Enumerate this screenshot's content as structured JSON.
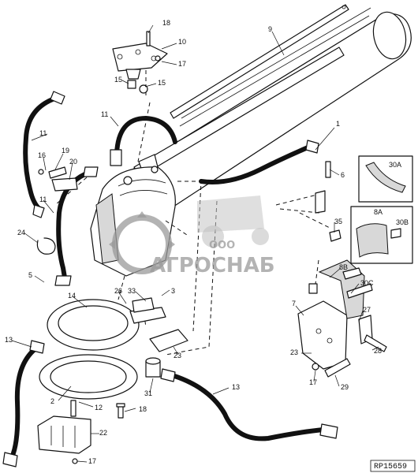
{
  "figure_id": "RP15659",
  "watermark": {
    "line1": "ООО",
    "line2": "АГРОСНАБ"
  },
  "callouts": [
    {
      "id": "c1",
      "label": "1"
    },
    {
      "id": "c2",
      "label": "2"
    },
    {
      "id": "c3",
      "label": "3"
    },
    {
      "id": "c5",
      "label": "5"
    },
    {
      "id": "c6",
      "label": "6"
    },
    {
      "id": "c7",
      "label": "7"
    },
    {
      "id": "c8b",
      "label": "8B"
    },
    {
      "id": "c9",
      "label": "9"
    },
    {
      "id": "c10",
      "label": "10"
    },
    {
      "id": "c11a",
      "label": "11"
    },
    {
      "id": "c11b",
      "label": "11"
    },
    {
      "id": "c11c",
      "label": "11"
    },
    {
      "id": "c12",
      "label": "12"
    },
    {
      "id": "c13a",
      "label": "13"
    },
    {
      "id": "c13b",
      "label": "13"
    },
    {
      "id": "c14",
      "label": "14"
    },
    {
      "id": "c15a",
      "label": "15"
    },
    {
      "id": "c15b",
      "label": "15"
    },
    {
      "id": "c16",
      "label": "16"
    },
    {
      "id": "c17a",
      "label": "17"
    },
    {
      "id": "c17b",
      "label": "17"
    },
    {
      "id": "c17c",
      "label": "17"
    },
    {
      "id": "c18a",
      "label": "18"
    },
    {
      "id": "c18b",
      "label": "18"
    },
    {
      "id": "c19",
      "label": "19"
    },
    {
      "id": "c20",
      "label": "20"
    },
    {
      "id": "c22",
      "label": "22"
    },
    {
      "id": "c23a",
      "label": "23"
    },
    {
      "id": "c23b",
      "label": "23"
    },
    {
      "id": "c24",
      "label": "24"
    },
    {
      "id": "c26",
      "label": "26"
    },
    {
      "id": "c27",
      "label": "27"
    },
    {
      "id": "c28",
      "label": "28"
    },
    {
      "id": "c29",
      "label": "29"
    },
    {
      "id": "c30c",
      "label": "30C"
    },
    {
      "id": "c31",
      "label": "31"
    },
    {
      "id": "c33",
      "label": "33"
    },
    {
      "id": "c35",
      "label": "35"
    }
  ],
  "insets": [
    {
      "id": "inset-30a",
      "label": "30A"
    },
    {
      "id": "inset-8a",
      "label": "8A",
      "label2": "30B"
    }
  ]
}
